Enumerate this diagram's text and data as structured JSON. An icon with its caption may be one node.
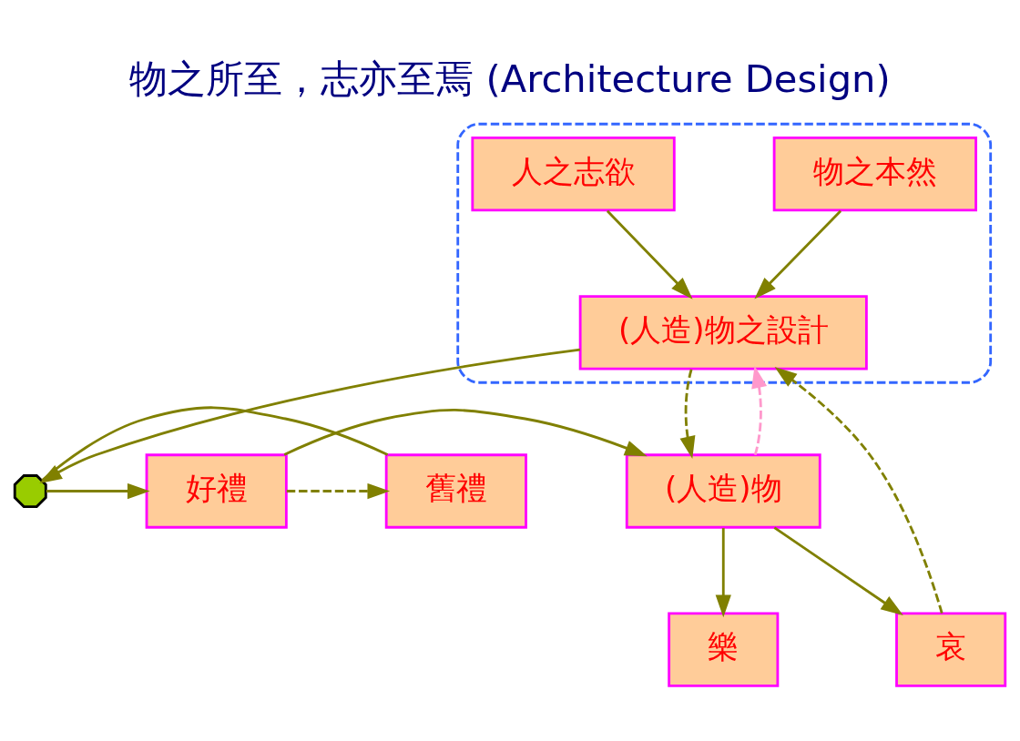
{
  "diagram": {
    "title": "物之所至，志亦至焉 (Architecture Design)",
    "nodes": [
      {
        "text": [],
        "shape": "ellipse"
      },
      {
        "text": [
          "物之本然"
        ],
        "in": 0
      },
      {
        "text": [
          "人之志欲"
        ],
        "in": 0
      },
      {
        "text": [
          "(人造)物之設計"
        ],
        "in": 0
      },
      {
        "text": [
          "哀"
        ]
      },
      {
        "text": [
          "(人造)物"
        ]
      },
      {
        "text": [
          "好禮"
        ]
      },
      {
        "text": [],
        "shape": "octagon"
      },
      {
        "text": [
          "舊禮"
        ]
      },
      {
        "text": [
          "樂"
        ]
      }
    ],
    "edges": [
      {
        "from": 1,
        "to": 3,
        "arrow": "to"
      },
      {
        "from": 2,
        "to": 3,
        "arrow": "to"
      },
      {
        "from": 4,
        "to": 3,
        "arrow": "to",
        "style": "dashed"
      },
      {
        "from": 5,
        "to": 3,
        "arrow": "to",
        "style": "dashed",
        "color": "#ff99cc"
      },
      {
        "from": 3,
        "to": 5,
        "arrow": "to",
        "style": "dashed"
      },
      {
        "from": 3,
        "to": 7,
        "arrow": "to"
      },
      {
        "from": 8,
        "to": 7,
        "arrow": "none"
      },
      {
        "from": 7,
        "to": 6,
        "arrow": "to"
      },
      {
        "from": 6,
        "to": 5,
        "arrow": "to"
      },
      {
        "from": 5,
        "to": 4,
        "arrow": "to"
      },
      {
        "from": 5,
        "to": 9,
        "arrow": "to"
      },
      {
        "from": 6,
        "to": 8,
        "arrow": "to",
        "style": "dashed"
      }
    ]
  }
}
